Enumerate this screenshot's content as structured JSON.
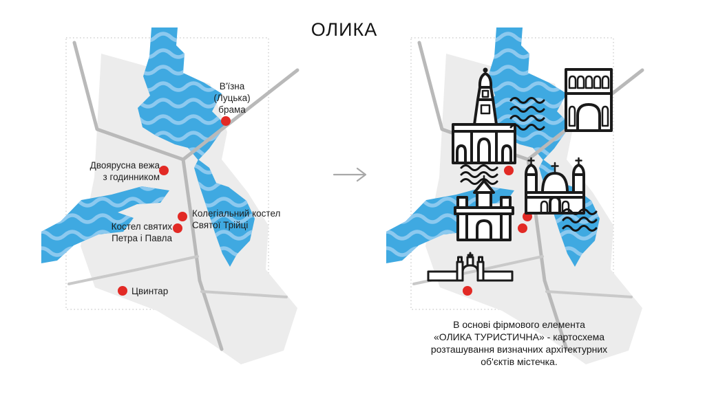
{
  "title": "ОЛИКА",
  "colors": {
    "river_blue": "#3FA9E1",
    "river_wave_stripe": "#8CC9EF",
    "city_area_gray": "#ECECEC",
    "road_gray": "#B9B9B9",
    "marker_red": "#E22A25",
    "icon_black": "#1A1A1A",
    "arrow_gray": "#A8A8A8"
  },
  "left_map": {
    "labels": [
      {
        "id": "brama",
        "lines": [
          "В'їзна",
          "(Луцька)",
          "брама"
        ]
      },
      {
        "id": "vezha",
        "lines": [
          "Двоярусна вежа",
          "з годинником"
        ]
      },
      {
        "id": "kolehialnyi",
        "lines": [
          "Колегіальний костел",
          "Святої Трійці"
        ]
      },
      {
        "id": "kostel",
        "lines": [
          "Костел святих",
          "Петра і Павла"
        ]
      },
      {
        "id": "tsvyntar",
        "lines": [
          "Цвинтар"
        ]
      }
    ]
  },
  "right_map": {
    "icons": [
      {
        "name": "clock-tower-icon"
      },
      {
        "name": "entrance-gate-icon"
      },
      {
        "name": "collegiate-church-icon"
      },
      {
        "name": "peter-paul-church-icon"
      },
      {
        "name": "cemetery-gate-icon"
      },
      {
        "name": "water-waves-icon"
      }
    ]
  },
  "caption": {
    "lines": [
      "В основі фірмового елемента",
      "«ОЛИКА ТУРИСТИЧНА» - картосхема",
      "розташування визначних архітектурних",
      "об'єктів містечка."
    ]
  }
}
